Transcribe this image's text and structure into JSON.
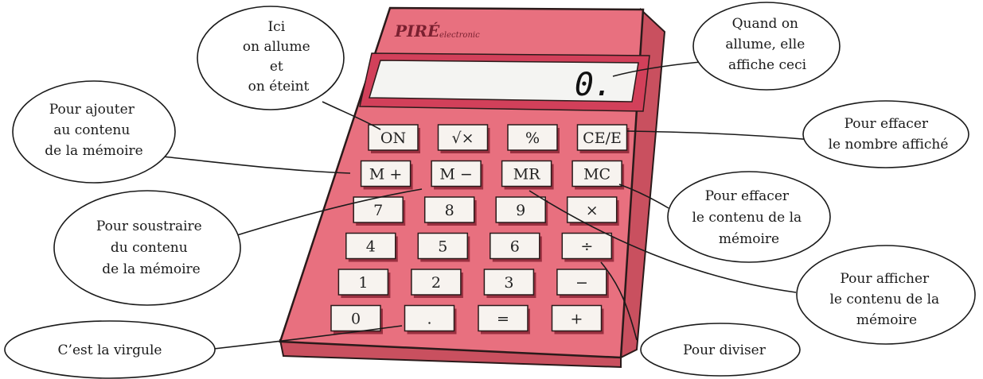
{
  "calculator": {
    "brand": "PIRÉ",
    "brand_sub": "electronic",
    "display": "0.",
    "keys": [
      [
        "ON",
        "√×",
        "%",
        "CE/E"
      ],
      [
        "M +",
        "M −",
        "MR",
        "MC"
      ],
      [
        "7",
        "8",
        "9",
        "×"
      ],
      [
        "4",
        "5",
        "6",
        "÷"
      ],
      [
        "1",
        "2",
        "3",
        "−"
      ],
      [
        "0",
        ".",
        "=",
        "+"
      ]
    ]
  },
  "callouts": {
    "on_off": [
      "Ici",
      "on allume",
      "et",
      "on éteint"
    ],
    "display_on": [
      "Quand on",
      "allume, elle",
      "affiche ceci"
    ],
    "m_plus": [
      "Pour ajouter",
      "au contenu",
      "de la mémoire"
    ],
    "ce": [
      "Pour effacer",
      "le nombre affiché"
    ],
    "mc": [
      "Pour effacer",
      "le contenu de la",
      "mémoire"
    ],
    "m_minus": [
      "Pour soustraire",
      "du contenu",
      "de la mémoire"
    ],
    "mr": [
      "Pour afficher",
      "le contenu de la",
      "mémoire"
    ],
    "comma": [
      "C’est la virgule"
    ],
    "divide": [
      "Pour diviser"
    ]
  },
  "colors": {
    "body": "#e8707f",
    "body_dark": "#c9505f",
    "display_band": "#d2405a",
    "screen": "#f4f4f2",
    "key": "#f7f3ef",
    "outline": "#2a1a1a"
  }
}
